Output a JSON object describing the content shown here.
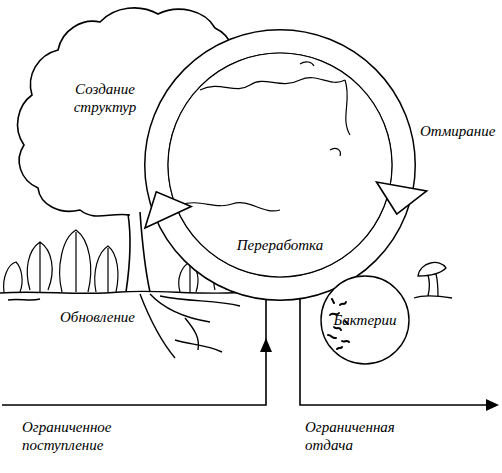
{
  "diagram": {
    "nodes": [
      {
        "text": [
          "Бактерии"
        ]
      }
    ],
    "labels": [
      "Создание структур",
      "Отмирание",
      "Переработка",
      "Обновление",
      "Ограниченное поступление",
      "Ограниченная отдача"
    ]
  }
}
